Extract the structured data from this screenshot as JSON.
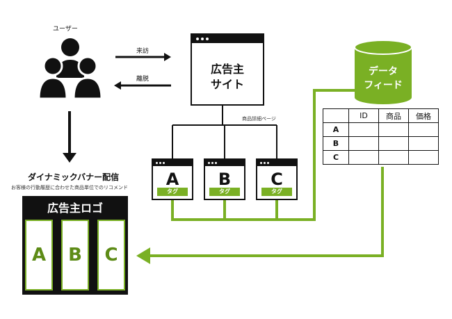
{
  "user": {
    "label": "ユーザー"
  },
  "arrows": {
    "visit": "来訪",
    "leave": "離脱"
  },
  "advertiser_site": {
    "line1": "広告主",
    "line2": "サイト"
  },
  "product_detail_label": "商品詳細ページ",
  "product_pages": [
    {
      "letter": "A",
      "tag": "タグ"
    },
    {
      "letter": "B",
      "tag": "タグ"
    },
    {
      "letter": "C",
      "tag": "タグ"
    }
  ],
  "data_feed": {
    "line1": "データ",
    "line2": "フィード"
  },
  "feed_table": {
    "headers": [
      "",
      "ID",
      "商品",
      "価格"
    ],
    "rows": [
      "A",
      "B",
      "C"
    ]
  },
  "dynamic_banner": {
    "title": "ダイナミックバナー配信",
    "subtitle": "お客様の行動履歴に合わせた商品単位でのリコメンド",
    "logo": "広告主ロゴ",
    "slots": [
      "A",
      "B",
      "C"
    ]
  },
  "colors": {
    "accent_green": "#7ab024",
    "black": "#111111"
  }
}
